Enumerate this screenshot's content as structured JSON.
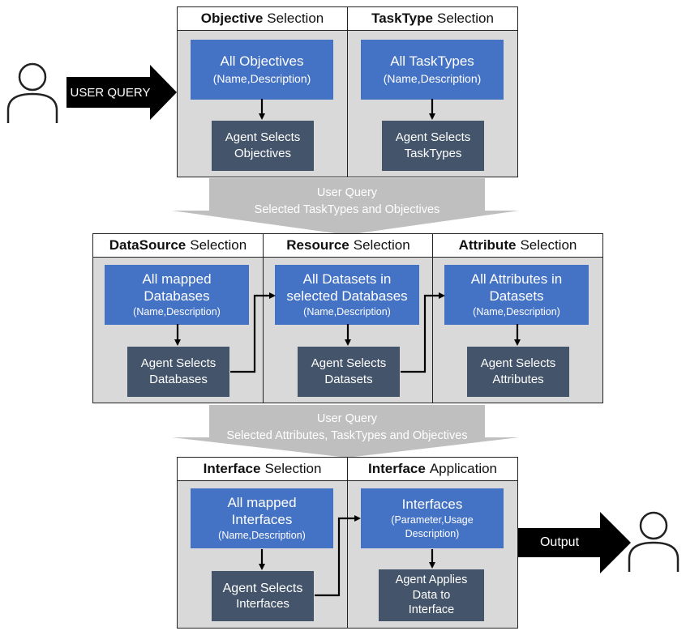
{
  "input": {
    "label": "USER QUERY"
  },
  "output": {
    "label": "Output"
  },
  "row1": {
    "objective": {
      "title_bold": "Objective",
      "title_rest": "Selection",
      "all_main": "All Objectives",
      "all_sub": "(Name,Description)",
      "agent_line1": "Agent Selects",
      "agent_line2": "Objectives"
    },
    "tasktype": {
      "title_bold": "TaskType",
      "title_rest": "Selection",
      "all_main": "All TaskTypes",
      "all_sub": "(Name,Description)",
      "agent_line1": "Agent Selects",
      "agent_line2": "TaskTypes"
    }
  },
  "banner1": {
    "line1": "User Query",
    "line2": "Selected TaskTypes and Objectives"
  },
  "row2": {
    "datasource": {
      "title_bold": "DataSource",
      "title_rest": "Selection",
      "all_line1": "All mapped",
      "all_line2": "Databases",
      "all_sub": "(Name,Description)",
      "agent_line1": "Agent Selects",
      "agent_line2": "Databases"
    },
    "resource": {
      "title_bold": "Resource",
      "title_rest": "Selection",
      "all_line1": "All Datasets in",
      "all_line2": "selected Databases",
      "all_sub": "(Name,Description)",
      "agent_line1": "Agent Selects",
      "agent_line2": "Datasets"
    },
    "attribute": {
      "title_bold": "Attribute",
      "title_rest": "Selection",
      "all_line1": "All Attributes in",
      "all_line2": "Datasets",
      "all_sub": "(Name,Description)",
      "agent_line1": "Agent Selects",
      "agent_line2": "Attributes"
    }
  },
  "banner2": {
    "line1": "User Query",
    "line2": "Selected Attributes, TaskTypes and Objectives"
  },
  "row3": {
    "interface_selection": {
      "title_bold": "Interface",
      "title_rest": "Selection",
      "all_line1": "All mapped",
      "all_line2": "Interfaces",
      "all_sub": "(Name,Description)",
      "agent_line1": "Agent Selects",
      "agent_line2": "Interfaces"
    },
    "interface_application": {
      "title_bold": "Interface",
      "title_rest": "Application",
      "all_main": "Interfaces",
      "all_sub1": "(Parameter,Usage",
      "all_sub2": "Description)",
      "agent_line1": "Agent Applies",
      "agent_line2": "Data to",
      "agent_line3": "Interface"
    }
  },
  "colors": {
    "panel_bg": "#d9d9d9",
    "blue": "#4472c4",
    "dark": "#44546a",
    "banner": "#bfbfbf",
    "arrow": "#000000"
  }
}
